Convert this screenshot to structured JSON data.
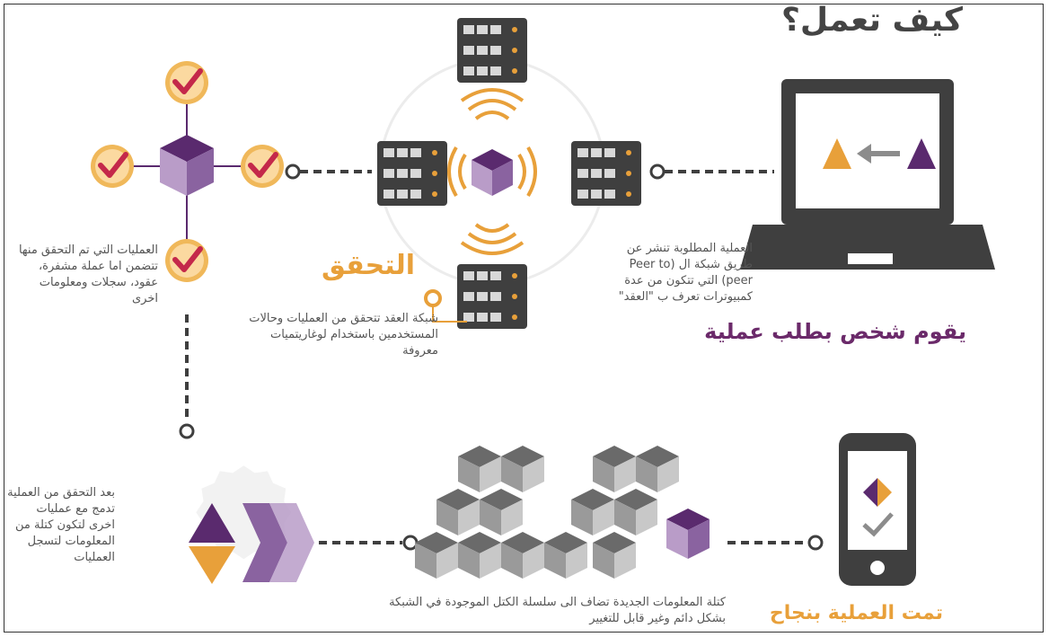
{
  "title": "كيف تعمل؟",
  "colors": {
    "purple": "#5a2a6e",
    "light_purple": "#b99cc8",
    "orange": "#e8a03a",
    "red_check": "#c4284a",
    "gray": "#3f3f3f",
    "cube_gray": "#8c8c8c"
  },
  "steps": {
    "request": {
      "heading": "يقوم شخص بطلب عملية",
      "text": "العملية المطلوبة تنشر عن طريق شبكة ال (Peer to peer) التي تتكون من عدة كمبيوترات تعرف ب \"العقد\""
    },
    "verify": {
      "heading": "التحقق",
      "text": "شبكة العقد تتحقق من العمليات وحالات المستخدمين باستخدام لوغاريتميات معروفة"
    },
    "verified": {
      "text": "العمليات التي تم التحقق منها تتضمن اما عملة مشفرة، عقود، سجلات ومعلومات اخرى"
    },
    "block": {
      "text": "بعد التحقق من العملية تدمج مع عمليات اخرى لتكون كتلة من المعلومات لتسجل العمليات"
    },
    "chain": {
      "text": "كتلة المعلومات الجديدة تضاف الى سلسلة الكتل الموجودة في الشبكة بشكل دائم وغير قابل للتغيير"
    },
    "done": {
      "heading": "تمت العملية بنجاح"
    }
  },
  "icons": [
    "laptop-icon",
    "server-icon",
    "cube-icon",
    "check-icon",
    "phone-icon",
    "triangle-icon"
  ]
}
